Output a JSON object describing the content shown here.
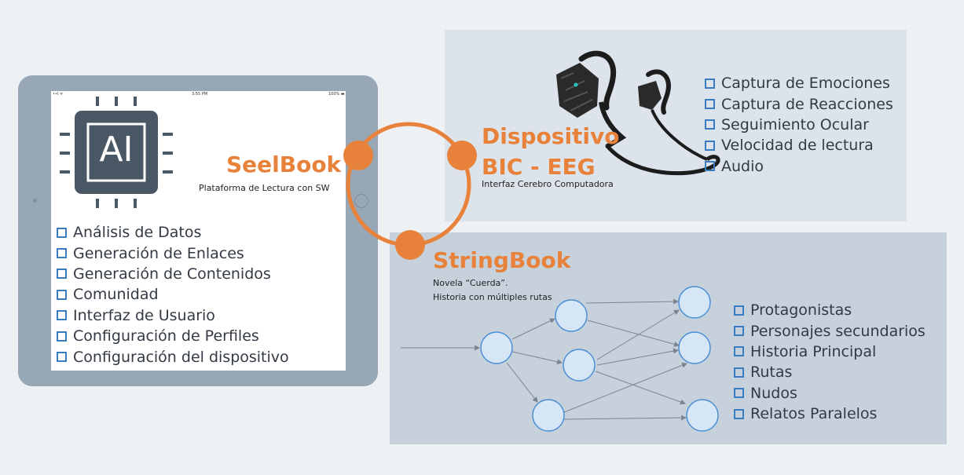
{
  "tablet": {
    "status_left": "••l ᯤ",
    "status_time": "3:55 PM",
    "status_battery": "100% ▬",
    "chip_label": "AI",
    "title": "SeelBook",
    "subtitle": "Plataforma de Lectura con SW",
    "items": [
      "Análisis de Datos",
      "Generación de Enlaces",
      "Generación de Contenidos",
      "Comunidad",
      "Interfaz de Usuario",
      "Configuración de Perfiles",
      "Configuración del dispositivo"
    ]
  },
  "device": {
    "title_line1": "Dispositivo",
    "title_line2": "BIC - EEG",
    "subtitle": "Interfaz Cerebro Computadora",
    "items": [
      "Captura de Emociones",
      "Captura de Reacciones",
      "Seguimiento Ocular",
      "Velocidad de lectura",
      "Audio"
    ]
  },
  "story": {
    "title": "StringBook",
    "subtitle_line1": "Novela “Cuerda”.",
    "subtitle_line2": "Historia con múltiples rutas",
    "items": [
      "Protagonistas",
      "Personajes secundarios",
      "Historia Principal",
      "Rutas",
      "Nudos",
      "Relatos Paralelos"
    ]
  },
  "colors": {
    "accent": "#e8823a",
    "checkbox": "#3a7cc0",
    "node_fill": "#d6e6f7",
    "node_stroke": "#4a8fd6"
  }
}
